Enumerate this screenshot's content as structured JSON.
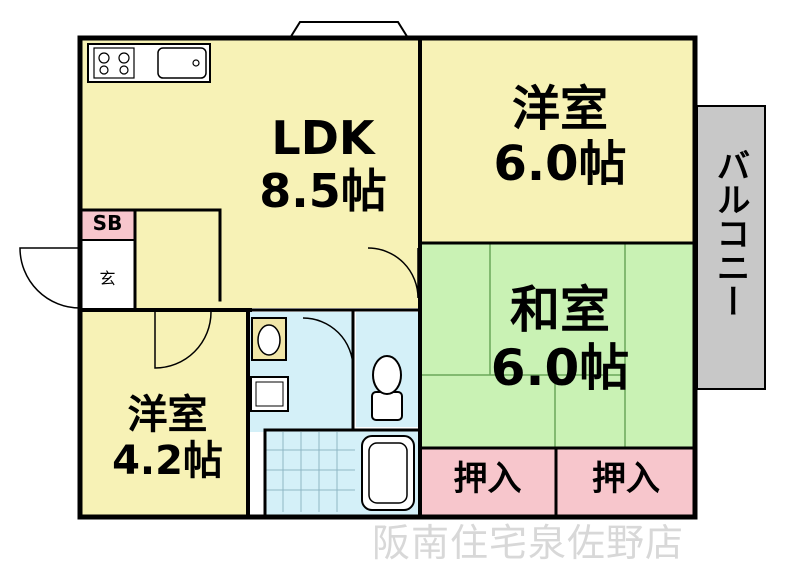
{
  "rooms": {
    "ldk": {
      "name": "LDK",
      "size": "8.5帖"
    },
    "western_a": {
      "name": "洋室",
      "size": "6.0帖"
    },
    "japanese": {
      "name": "和室",
      "size": "6.0帖"
    },
    "western_b": {
      "name": "洋室",
      "size": "4.2帖"
    },
    "closet_a": "押入",
    "closet_b": "押入",
    "balcony": "バルコニー",
    "shoebox": "SB",
    "entrance": "玄"
  },
  "watermark": "阪南住宅泉佐野店",
  "colors": {
    "ldk": "#f7f2b6",
    "western": "#f7f2b6",
    "japanese": "#c9f2b4",
    "closet": "#f7c6cc",
    "balcony": "#c8c8c8",
    "wet": "#d4f0f8",
    "wall": "#000000"
  }
}
